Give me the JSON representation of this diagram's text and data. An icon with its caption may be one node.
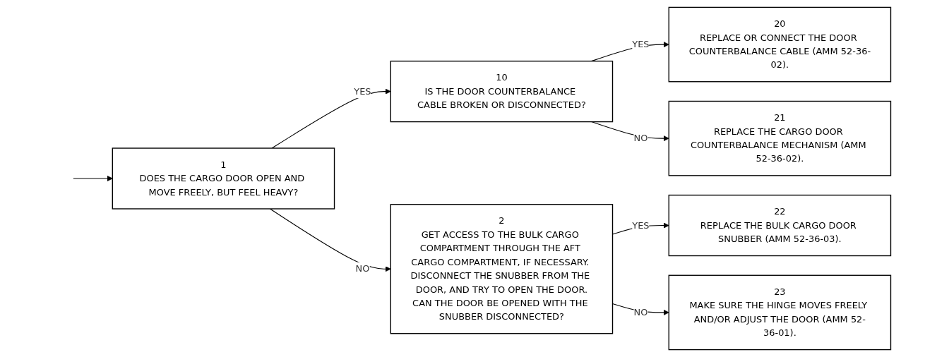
{
  "diagram": {
    "nodes": [
      {
        "text": [
          "1",
          "DOES THE CARGO DOOR OPEN AND MOVE FREELY, BUT FEEL HEAVY?"
        ]
      },
      {
        "text": [
          "10",
          "IS THE DOOR COUNTERBALANCE CABLE BROKEN OR DISCONNECTED?"
        ]
      },
      {
        "text": [
          "20",
          "REPLACE OR CONNECT THE DOOR COUNTERBALANCE CABLE (AMM 52-36-02)."
        ]
      },
      {
        "text": [
          "21",
          "REPLACE THE CARGO DOOR COUNTERBALANCE MECHANISM (AMM 52-36-02)."
        ]
      },
      {
        "text": [
          "2",
          "GET ACCESS TO THE BULK CARGO COMPARTMENT THROUGH THE AFT CARGO COMPARTMENT, IF NECESSARY. DISCONNECT THE SNUBBER FROM THE DOOR, AND TRY TO OPEN THE DOOR.",
          "CAN THE DOOR BE OPENED WITH THE SNUBBER DISCONNECTED?"
        ]
      },
      {
        "text": [
          "22",
          "REPLACE THE BULK CARGO DOOR SNUBBER (AMM 52-36-03)."
        ]
      },
      {
        "text": [
          "23",
          "MAKE SURE THE HINGE MOVES FREELY AND/OR ADJUST THE DOOR (AMM 52-36-01)."
        ]
      }
    ],
    "edges": [
      {
        "from": null,
        "to": 0,
        "arrow": "to"
      },
      {
        "from": 0,
        "to": 1,
        "arrow": "to",
        "label": "YES"
      },
      {
        "from": 1,
        "to": 2,
        "arrow": "to",
        "label": "YES"
      },
      {
        "from": 1,
        "to": 3,
        "arrow": "to",
        "label": "NO"
      },
      {
        "from": 0,
        "to": 4,
        "arrow": "to",
        "label": "NO"
      },
      {
        "from": 4,
        "to": 5,
        "arrow": "to",
        "label": "YES"
      },
      {
        "from": 4,
        "to": 6,
        "arrow": "to",
        "label": "NO"
      }
    ]
  }
}
